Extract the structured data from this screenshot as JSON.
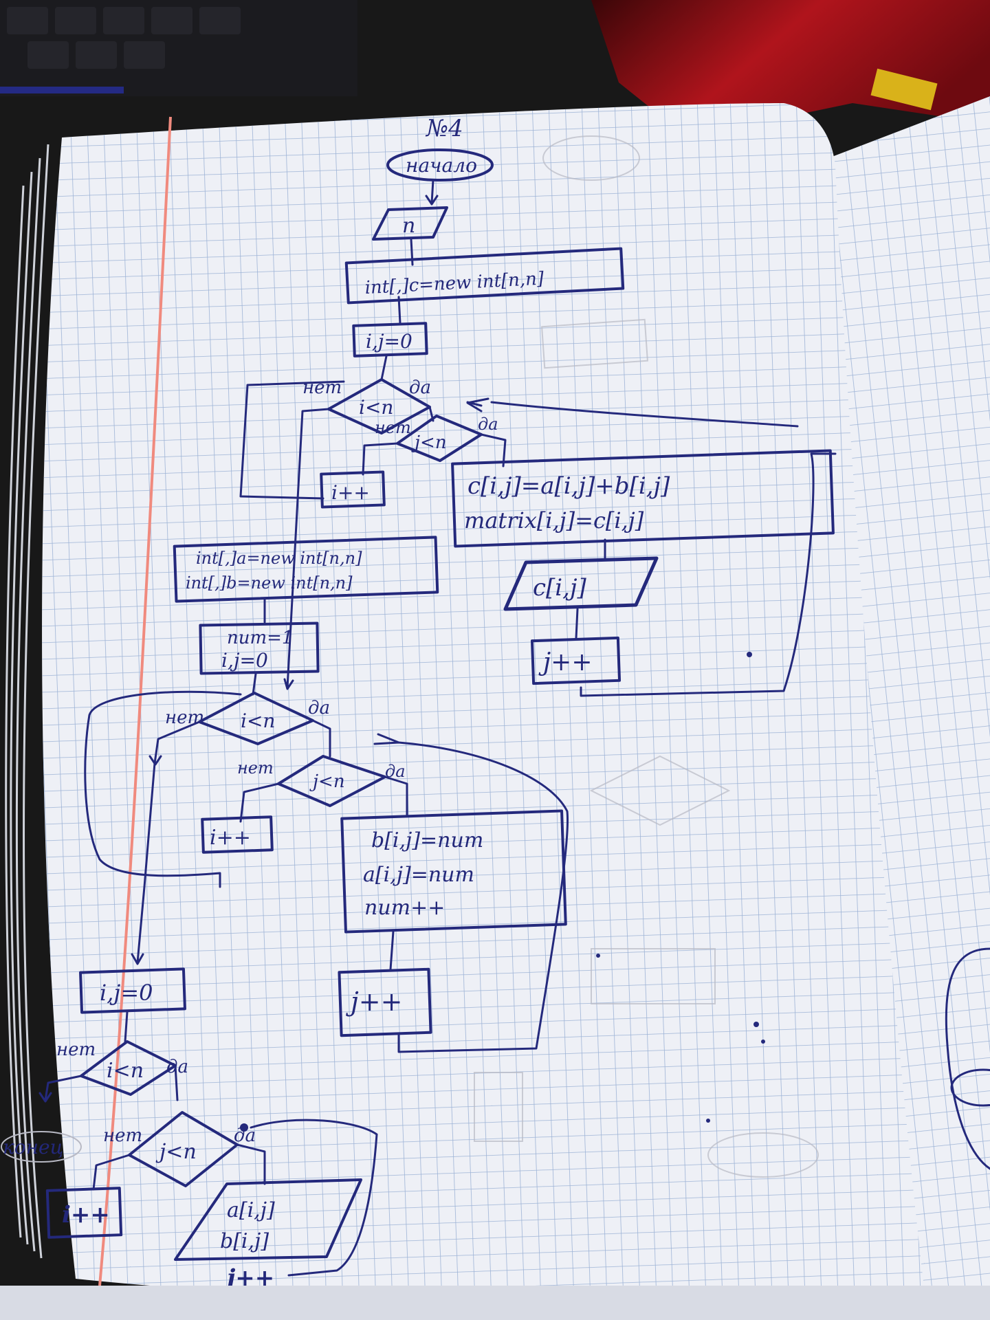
{
  "photo": {
    "colors": {
      "paper": "#eef0f6",
      "grid": "#9db3d6",
      "margin": "#f08a7e",
      "ink": "#24297c",
      "desk_red": "#b0141c",
      "keyboard": "#1b1b1f"
    },
    "labels": {
      "task_number": "№4",
      "start": "начало",
      "input_n": "n",
      "alloc_c": "int[,]c=new int[n,n]",
      "init_ij_top": "i,j=0",
      "cond_i_top": "i<n",
      "cond_j_top": "j<n",
      "yes": "да",
      "no": "нет",
      "inc_i_top": "i++",
      "sum": "c[i,j]=a[i,j]+b[i,j]",
      "matrix_assign": "matrix[i,j]=c[i,j]",
      "output_c": "c[i,j]",
      "inc_j_top": "j++",
      "alloc_a": "int[,]a=new int[n,n]",
      "alloc_b": "int[,]b=new int[n,n]",
      "init_num": "num=1",
      "init_ij_mid": "i,j=0",
      "cond_i_mid": "i<n",
      "cond_j_mid": "j<n",
      "inc_i_mid": "i++",
      "b_assign": "b[i,j]=num",
      "a_assign": "a[i,j]=num",
      "num_inc": "num++",
      "inc_j_mid": "j++",
      "init_ij_bot": "i,j=0",
      "cond_i_bot": "i<n",
      "cond_j_bot": "j<n",
      "end": "конец",
      "inc_i_bot": "i++",
      "out_a": "a[i,j]",
      "out_b": "b[i,j]",
      "inc_j_bot": "j++"
    }
  }
}
